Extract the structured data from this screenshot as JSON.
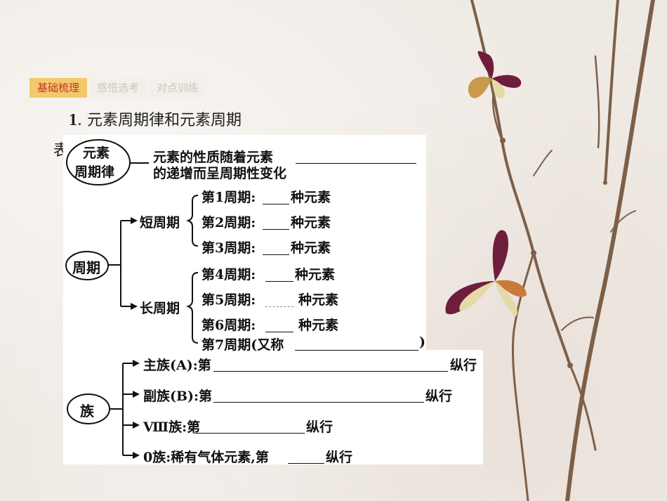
{
  "page_number": "-3-",
  "tabs": [
    {
      "label": "基础梳理",
      "active": true
    },
    {
      "label": "感悟选考",
      "active": false
    },
    {
      "label": "对点训练",
      "active": false
    }
  ],
  "heading": {
    "number": "1",
    "text": ". 元素周期律和元素周期",
    "clipped_char": "表"
  },
  "diagram": {
    "law": {
      "label_line1": "元素",
      "label_line2": "周期律",
      "text_line1": "元素的性质随着元素",
      "text_line2": "的递增而呈周期性变化"
    },
    "period": {
      "label": "周期",
      "short": {
        "label": "短周期",
        "items": [
          {
            "label": "第1周期:",
            "suffix": "种元素"
          },
          {
            "label": "第2周期:",
            "suffix": "种元素"
          },
          {
            "label": "第3周期:",
            "suffix": "种元素"
          }
        ]
      },
      "long": {
        "label": "长周期",
        "items": [
          {
            "label": "第4周期:",
            "suffix": "种元素"
          },
          {
            "label": "第5周期:",
            "suffix": "种元素"
          },
          {
            "label": "第6周期:",
            "suffix": "种元素"
          },
          {
            "label": "第7周期(又称",
            "suffix": ")"
          }
        ]
      }
    },
    "group": {
      "label": "族",
      "items": [
        {
          "label": "主族(A):第",
          "suffix": "纵行"
        },
        {
          "label": "副族(B):第",
          "suffix": "纵行"
        },
        {
          "label": "Ⅷ族:第",
          "suffix": "纵行"
        },
        {
          "label": "0族:稀有气体元素,第",
          "suffix": "纵行"
        }
      ]
    }
  },
  "colors": {
    "active_tab_bg": "#f2c96b",
    "active_tab_text": "#c0392b",
    "inactive_tab_text": "#cfc5bc",
    "butterfly_purple": "#6e1e3c",
    "butterfly_cream": "#e6d9a8"
  },
  "icons": [
    "branch-decoration",
    "butterfly-icon"
  ]
}
